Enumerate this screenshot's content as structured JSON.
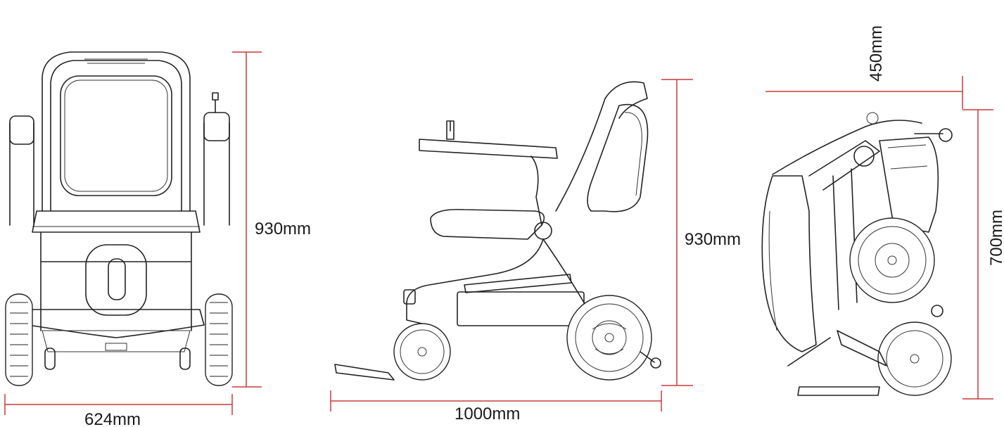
{
  "front_view": {
    "width_label": "624mm",
    "height_label": "930mm"
  },
  "side_view": {
    "length_label": "1000mm",
    "height_label": "930mm"
  },
  "folded_view": {
    "depth_label": "450mm",
    "height_label": "700mm"
  },
  "colors": {
    "dimension_line": "#c93a3a",
    "drawing_ink": "#222222"
  }
}
